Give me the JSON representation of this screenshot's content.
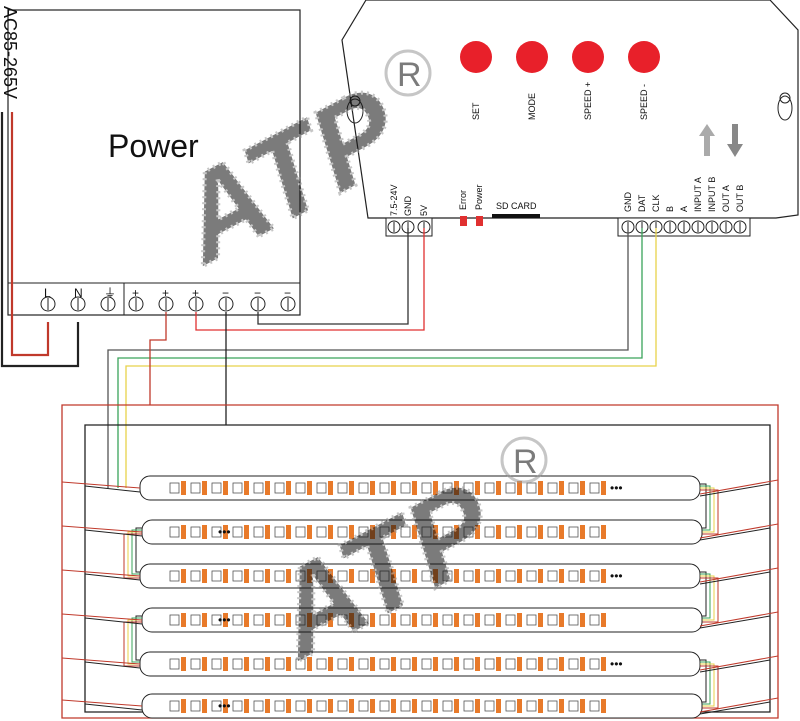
{
  "input": {
    "label": "AC85-265V"
  },
  "power_supply": {
    "title": "Power",
    "terminals": [
      "L",
      "N",
      "⏚",
      "+",
      "+",
      "+",
      "−",
      "−",
      "−"
    ]
  },
  "controller": {
    "buttons": [
      {
        "label": "SET",
        "color": "#e8202a"
      },
      {
        "label": "MODE",
        "color": "#e8202a"
      },
      {
        "label": "SPEED +",
        "color": "#e8202a"
      },
      {
        "label": "SPEED -",
        "color": "#e8202a"
      }
    ],
    "power_terminals": [
      "7.5-24V",
      "GND",
      "5V"
    ],
    "leds": [
      "Error",
      "Power"
    ],
    "sd_card_label": "SD CARD",
    "signal_terminals": [
      "GND",
      "DAT",
      "CLK",
      "B",
      "A",
      "INPUT A",
      "INPUT B",
      "OUT A",
      "OUT B"
    ]
  },
  "watermark": {
    "text": "ATP",
    "mark": "R"
  },
  "strip": {
    "ellipsis": "•••"
  },
  "colors": {
    "phase": "#c0392b",
    "positive": "#e03030",
    "ground": "#333333",
    "data": "#3aa35a",
    "clock": "#e8d24a",
    "led_chip": "#e87a2a"
  }
}
